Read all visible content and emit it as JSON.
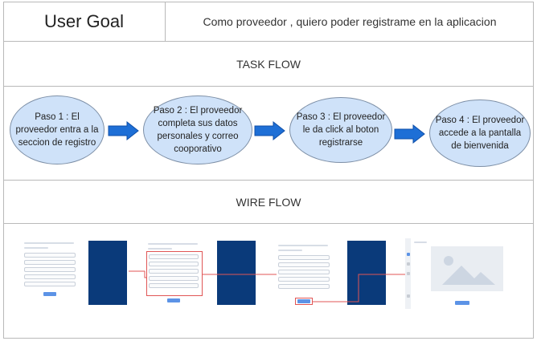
{
  "header": {
    "goal_label": "User Goal",
    "goal_text": "Como proveedor , quiero poder registrame en la aplicacion"
  },
  "task_flow": {
    "title": "TASK FLOW",
    "steps": [
      "Paso 1 : El proveedor entra a la seccion de registro",
      "Paso 2 : El proveedor completa sus datos personales  y correo cooporativo",
      "Paso 3 : El proveedor le da click al boton registrarse",
      "Paso 4 : El proveedor accede a la pantalla de bienvenida"
    ]
  },
  "wire_flow": {
    "title": "WIRE FLOW",
    "screens": [
      "registration-form-screen",
      "personal-data-screen",
      "register-button-screen",
      "welcome-screen"
    ]
  },
  "colors": {
    "step_fill": "#cfe2f9",
    "arrow": "#1e6fd6",
    "navy_panel": "#0a3a7a",
    "highlight": "#e05555"
  }
}
